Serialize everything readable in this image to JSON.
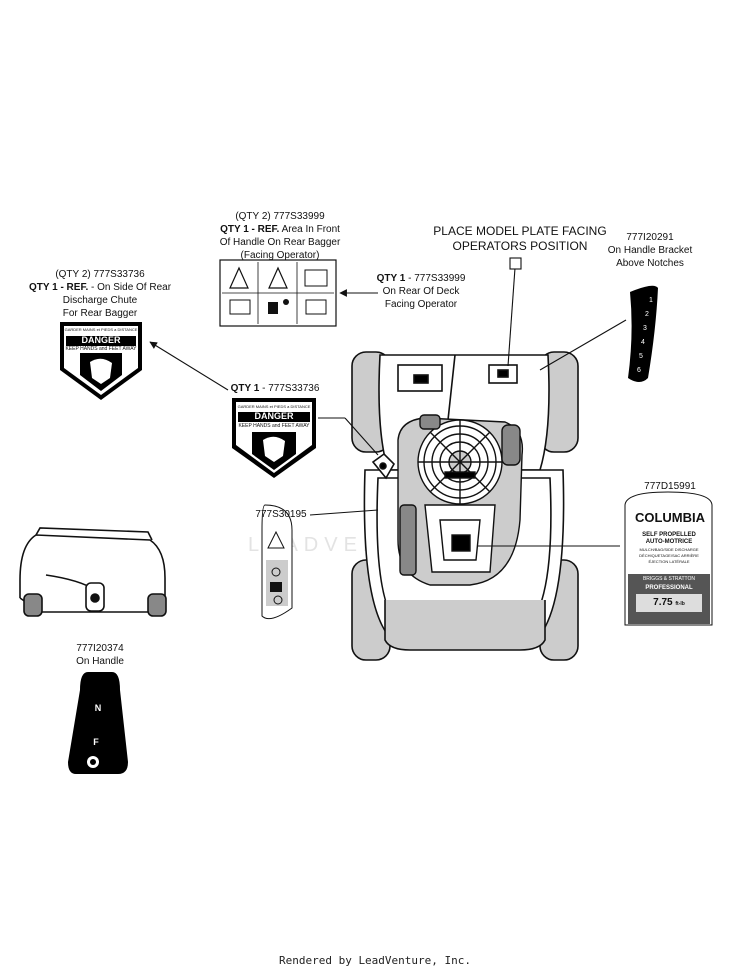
{
  "callouts": {
    "c1": {
      "line1": "(QTY 2) 777S33999",
      "line2_bold": "QTY 1 - REF.",
      "line2_rest": " Area In Front",
      "line3": "Of Handle On Rear Bagger",
      "line4": "(Facing Operator)"
    },
    "c2": {
      "line1": "(QTY 2) 777S33736",
      "line2_bold": "QTY 1 - REF.",
      "line2_rest": " - On Side Of Rear",
      "line3": "Discharge Chute",
      "line4": "For Rear Bagger"
    },
    "c3": {
      "line1_bold": "QTY 1",
      "line1_rest": " - 777S33999",
      "line2": "On Rear Of Deck",
      "line3": "Facing Operator"
    },
    "c4": {
      "line1_bold": "QTY 1",
      "line1_rest": " - 777S33736"
    },
    "c5": {
      "line1": "PLACE MODEL PLATE FACING",
      "line2": "OPERATORS POSITION"
    },
    "c6": {
      "line1": "777I20291",
      "line2": "On Handle Bracket",
      "line3": "Above Notches"
    },
    "c7": {
      "line1": "777S30195"
    },
    "c8": {
      "line1": "777D15991"
    },
    "c9": {
      "line1": "777I20374",
      "line2": "On Handle"
    }
  },
  "danger_decal": {
    "header": "GARDER MAINS et PIEDS a DISTANCE",
    "title": "DANGER",
    "text": "KEEP HANDS and FEET AWAY"
  },
  "columbia_decal": {
    "brand": "COLUMBIA",
    "line1": "SELF PROPELLED",
    "line2": "AUTO-MOTRICE",
    "line3": "MULCH/BAG/SIDE DISCHARGE",
    "line4": "DÉCHIQUETAGE/SAC ARRIÈRE",
    "line5": "ÉJECTION LATÉRALE",
    "engine_brand": "BRIGGS & STRATTON",
    "engine_line": "PROFESSIONAL",
    "torque": "7.75",
    "torque_unit": "ft-lb"
  },
  "speed_decal": {
    "numbers": [
      "1",
      "2",
      "3",
      "4",
      "5",
      "6"
    ]
  },
  "choke_decal": {
    "n": "N",
    "f": "F"
  },
  "watermark": "LEADVENTURE",
  "footer": "Rendered by LeadVenture, Inc."
}
